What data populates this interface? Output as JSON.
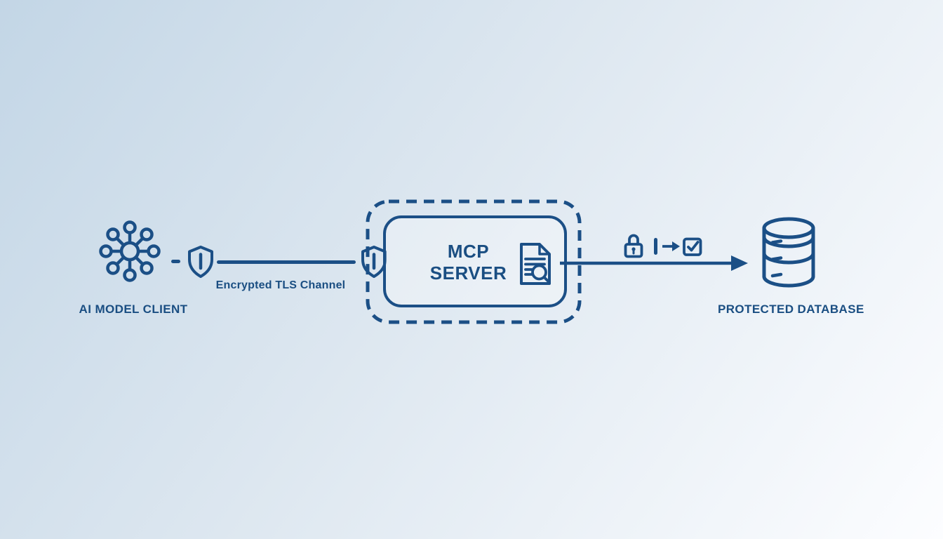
{
  "title": "MCP secure data flow diagram",
  "colors": {
    "stroke": "#1b4f86",
    "text": "#1a4e82",
    "background_start": "#c3d6e6",
    "background_end": "#fcfdff"
  },
  "nodes": {
    "client": {
      "label": "AI MODEL CLIENT",
      "icon": "network-hub-icon"
    },
    "tls_channel": {
      "label": "Encrypted TLS Channel",
      "icon": "shield-icon"
    },
    "mcp_server": {
      "title_line1": "MCP",
      "title_line2": "SERVER",
      "icon": "document-search-icon",
      "boundary_icon": "shield-icon"
    },
    "policy_gate": {
      "icons": [
        "lock-icon",
        "pipe-separator",
        "arrow-right-icon",
        "checkbox-checked-icon"
      ]
    },
    "database": {
      "label": "PROTECTED DATABASE",
      "icon": "database-icon"
    }
  }
}
